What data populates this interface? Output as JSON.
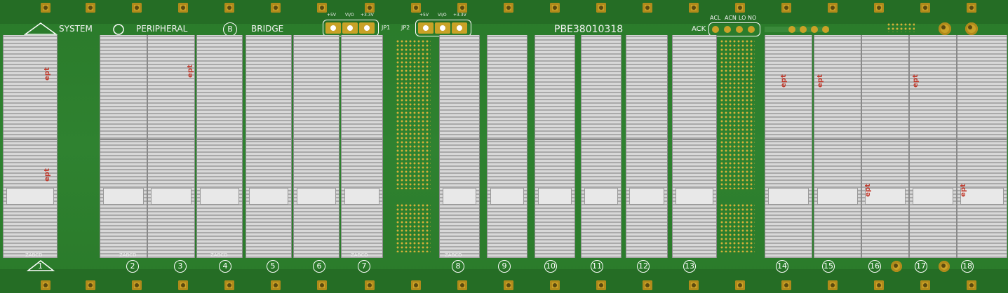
{
  "board": {
    "part_number": "PBE38010318",
    "legend": {
      "system": "SYSTEM",
      "peripheral": "PERIPHERAL",
      "bridge": "BRIDGE",
      "bridge_glyph": "B"
    },
    "jumpers": {
      "jp1": {
        "label": "JP1",
        "pins": [
          "+5V",
          "VI/O",
          "+3.3V"
        ]
      },
      "jp2": {
        "label": "JP2",
        "pins": [
          "+5V",
          "VI/O",
          "+3.3V"
        ]
      }
    },
    "status": {
      "label": "ACK",
      "headers": [
        "ACL",
        "ACN",
        "LO",
        "NO"
      ]
    },
    "brand_mark": "ept",
    "row_letters": "ZABCD",
    "slots": [
      "1",
      "2",
      "3",
      "4",
      "5",
      "6",
      "7",
      "8",
      "9",
      "10",
      "11",
      "12",
      "13",
      "14",
      "15",
      "16",
      "17",
      "18"
    ]
  }
}
